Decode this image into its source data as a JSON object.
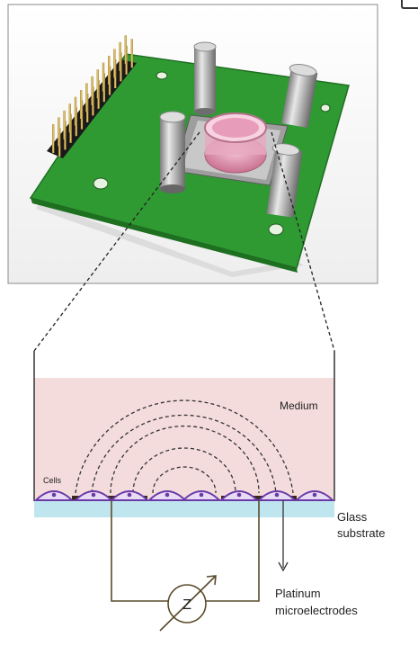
{
  "labels": {
    "medium": "Medium",
    "cells": "Cells",
    "glass_line1": "Glass",
    "glass_line2": "substrate",
    "platinum_line1": "Platinum",
    "platinum_line2": "microelectrodes",
    "impedance_symbol": "Z"
  },
  "colors": {
    "board_green": "#2f9a32",
    "medium_pink": "#f5dcdc",
    "glass_blue": "#bfe6ee",
    "cell_purple": "#6b3aa8",
    "electrode_dark": "#3a2a1a",
    "circuit_line": "#5a4a2a",
    "well_pink": "#d58aa6"
  },
  "icons": {
    "impedance_meter": "circle-with-arrow-Z",
    "photo": "microelectrode-array-board-photo"
  }
}
